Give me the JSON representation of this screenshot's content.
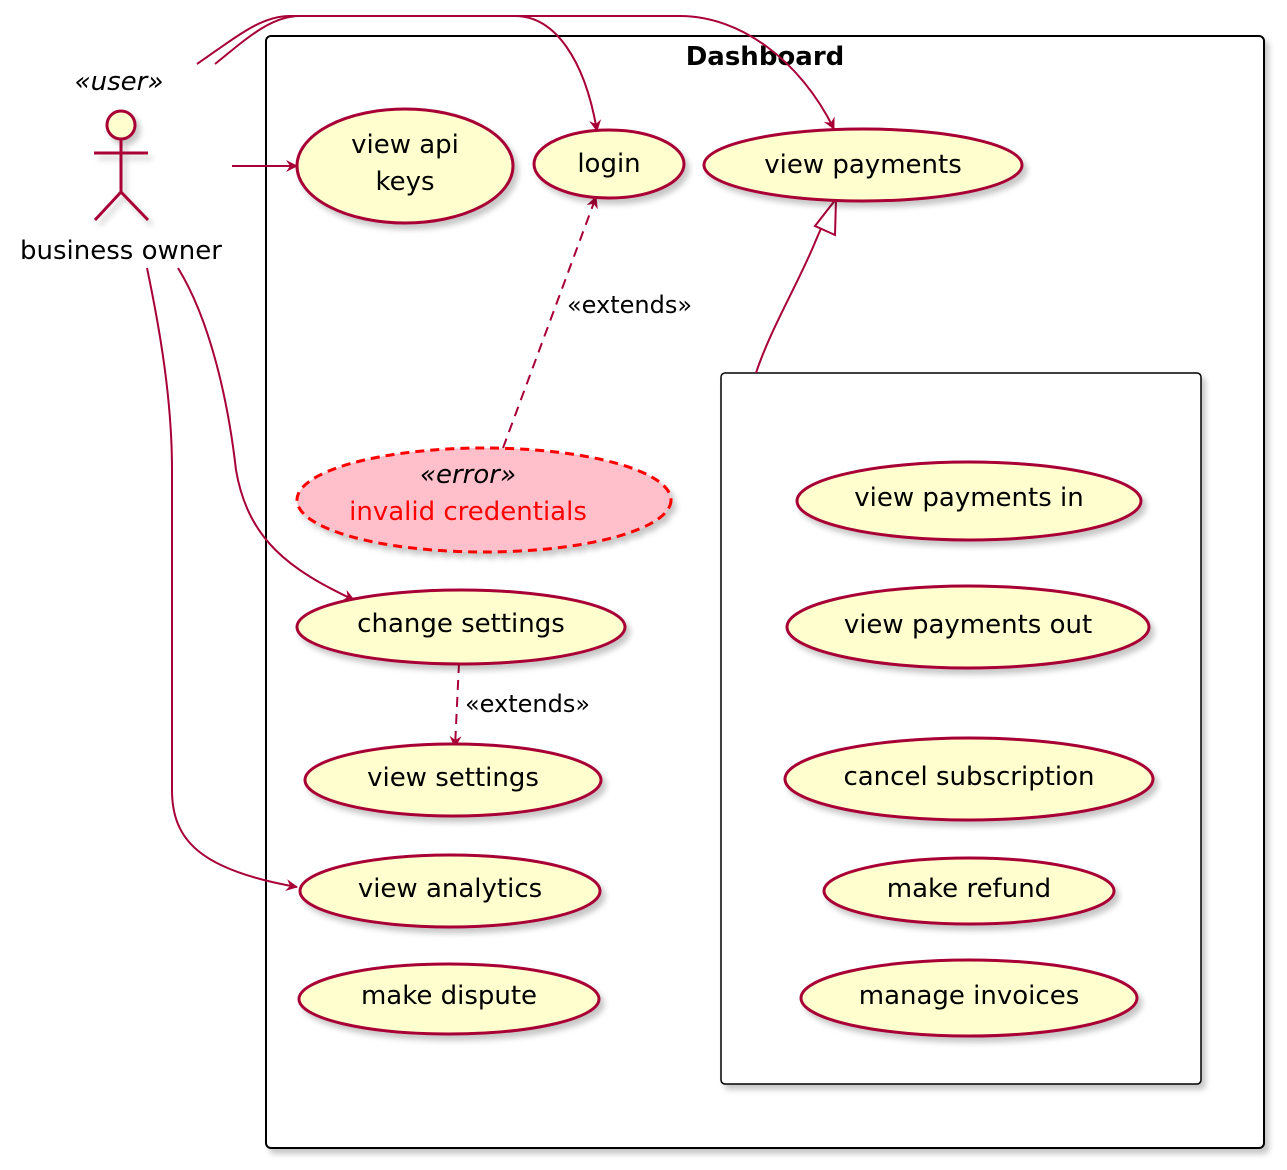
{
  "diagram": {
    "system": {
      "title": "Dashboard"
    },
    "actor": {
      "stereotype": "«user»",
      "name": "business owner"
    },
    "use_cases": {
      "view_api_keys": [
        "view api",
        "keys"
      ],
      "login": "login",
      "view_payments": "view payments",
      "invalid_credentials": {
        "stereotype": "«error»",
        "label": "invalid credentials"
      },
      "change_settings": "change settings",
      "view_settings": "view settings",
      "view_analytics": "view analytics",
      "make_dispute": "make dispute",
      "view_payments_in": "view payments in",
      "view_payments_out": "view payments out",
      "cancel_subscription": "cancel subscription",
      "make_refund": "make refund",
      "manage_invoices": "manage invoices"
    },
    "relations": {
      "invalid_extends_login": "«extends»",
      "settings_extends_view_settings": "«extends»"
    },
    "colors": {
      "line": "#A80036",
      "usecase_fill": "#FEFECE",
      "error_fill": "#FFC0CB",
      "error_border": "#FF0000",
      "error_text": "#FF0000",
      "frame": "#000000"
    }
  }
}
